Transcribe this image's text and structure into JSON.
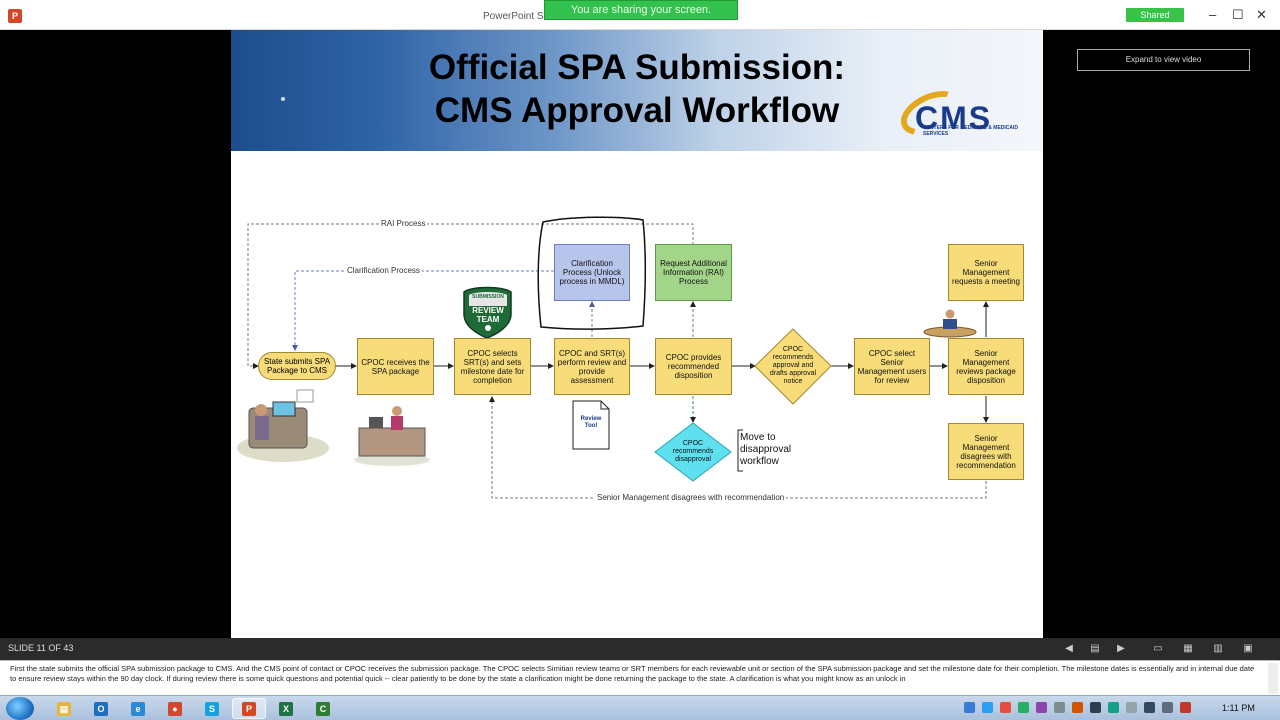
{
  "window": {
    "title": "PowerPoint Sli",
    "title_tail": "int",
    "sharing_banner": "You are sharing your screen.",
    "shared_badge": "Shared",
    "min_glyph": "–",
    "max_glyph": "☐",
    "close_glyph": "✕"
  },
  "slide": {
    "title_line1": "Official SPA Submission:",
    "title_line2": "CMS Approval Workflow",
    "logo_text": "CMS",
    "logo_subtext": "CENTERS FOR MEDICARE & MEDICAID SERVICES"
  },
  "diagram": {
    "rai_process_label": "RAI Process",
    "clarification_process_label": "Clarification Process",
    "senior_disagrees_label": "Senior Management disagrees with recommendation",
    "state_submits": "State submits SPA Package to CMS",
    "cpoc_receives": "CPOC receives the SPA package",
    "cpoc_selects": "CPOC selects SRT(s) and sets milestone date for completion",
    "cpoc_srt_review": "CPOC and SRT(s) perform review and provide assessment",
    "clarification_box": "Clarification Process (Unlock process in MMDL)",
    "request_rai": "Request Additional Information (RAI) Process",
    "cpoc_provides": "CPOC provides recommended disposition",
    "cpoc_recommends_approval": "CPOC recommends approval and drafts approval notice",
    "cpoc_select_senior": "CPOC select Senior Management users for review",
    "senior_reviews": "Senior Management reviews package disposition",
    "senior_requests": "Senior Management requests a meeting",
    "senior_disagrees": "Senior Management disagrees with recommendation",
    "cpoc_recommends_disapproval": "CPOC recommends disapproval",
    "move_to_disapproval": "Move to disapproval workflow",
    "review_tool_label": "Review Tool",
    "badge_top": "SUBMISSION",
    "badge_mid": "REVIEW",
    "badge_bottom": "TEAM"
  },
  "right_panel": {
    "expand_video": "Expand to view video"
  },
  "status": {
    "slide_counter": "SLIDE 11 OF 43"
  },
  "notes": {
    "text": "First the state submits the official SPA submission package to CMS. And the CMS point of contact or CPOC receives the submission package. The CPOC selects Simitian review teams or SRT members for each reviewable unit or section of the SPA submission package and set the milestone date for their completion. The milestone dates is essentially and in internal due date to ensure review stays within the 90 day clock. If during review there is some quick questions and potential quick -- clear patiently to be done by the state a clarification might be done returning the package to the state. A clarification is what you might know as an unlock in"
  },
  "taskbar": {
    "clock": "1:11 PM",
    "apps": [
      {
        "name": "explorer",
        "glyph": "▤",
        "color": "#e8b53a"
      },
      {
        "name": "outlook",
        "glyph": "O",
        "color": "#1f6fc1"
      },
      {
        "name": "ie",
        "glyph": "e",
        "color": "#2a8ad8"
      },
      {
        "name": "chrome",
        "glyph": "●",
        "color": "#d6452f"
      },
      {
        "name": "skype",
        "glyph": "S",
        "color": "#14a3e0"
      },
      {
        "name": "powerpoint",
        "glyph": "P",
        "color": "#d24726"
      },
      {
        "name": "excel",
        "glyph": "X",
        "color": "#1f7244"
      },
      {
        "name": "captions",
        "glyph": "C",
        "color": "#2e7d32"
      }
    ]
  },
  "colors": {
    "flow_yellow": "#f7dc79",
    "flow_blue": "#b7c5ea",
    "flow_green": "#a2d589",
    "diamond_cyan": "#5fe0ef",
    "sharing_green": "#32c24d"
  }
}
